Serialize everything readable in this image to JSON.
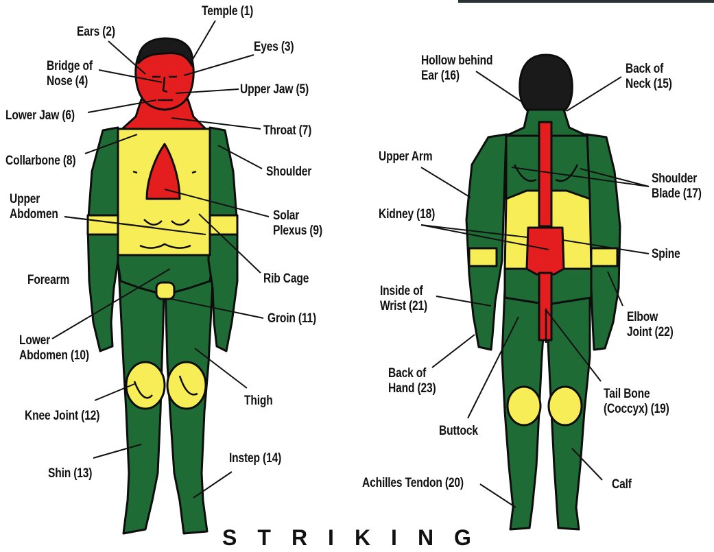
{
  "title": "STRIKING",
  "colors": {
    "green": "#1e6b35",
    "yellow": "#f7ee57",
    "red": "#e41e1e",
    "outline": "#0d0d0d"
  },
  "front_labels": {
    "temple": "Temple (1)",
    "ears": "Ears (2)",
    "eyes": "Eyes (3)",
    "bridge_of_nose": "Bridge of\nNose (4)",
    "upper_jaw": "Upper Jaw (5)",
    "lower_jaw": "Lower Jaw (6)",
    "throat": "Throat (7)",
    "collarbone": "Collarbone (8)",
    "shoulder": "Shoulder",
    "upper_abdomen": "Upper\nAbdomen",
    "solar_plexus": "Solar\nPlexus (9)",
    "forearm": "Forearm",
    "rib_cage": "Rib Cage",
    "groin": "Groin (11)",
    "lower_abdomen": "Lower\nAbdomen (10)",
    "thigh": "Thigh",
    "knee_joint": "Knee Joint (12)",
    "instep": "Instep (14)",
    "shin": "Shin (13)"
  },
  "back_labels": {
    "hollow_behind_ear": "Hollow behind\nEar (16)",
    "back_of_neck": "Back of\nNeck (15)",
    "upper_arm": "Upper Arm",
    "shoulder_blade": "Shoulder\nBlade (17)",
    "kidney": "Kidney (18)",
    "spine": "Spine",
    "inside_of_wrist": "Inside of\nWrist (21)",
    "elbow_joint": "Elbow\nJoint (22)",
    "back_of_hand": "Back of\nHand (23)",
    "tail_bone": "Tail Bone\n(Coccyx) (19)",
    "buttock": "Buttock",
    "achilles_tendon": "Achilles Tendon (20)",
    "calf": "Calf"
  }
}
